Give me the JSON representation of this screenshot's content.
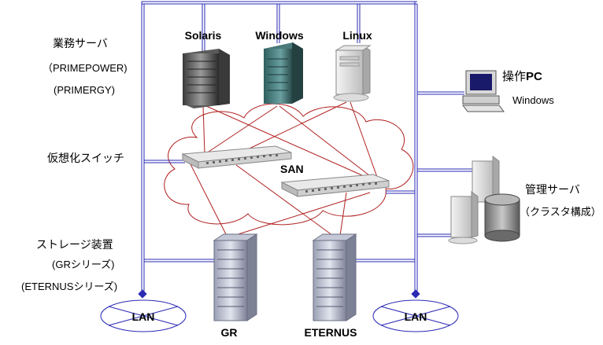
{
  "servers": {
    "group_label": "業務サーバ",
    "group_sub1": "（PRIMEPOWER)",
    "group_sub2": "(PRIMERGY)",
    "solaris": "Solaris",
    "windows": "Windows",
    "linux": "Linux"
  },
  "switch": {
    "label": "仮想化スイッチ",
    "san": "SAN"
  },
  "storage": {
    "group_label": "ストレージ装置",
    "group_sub1": "(GRシリーズ)",
    "group_sub2": "(ETERNUSシリーズ)",
    "gr": "GR",
    "eternus": "ETERNUS"
  },
  "pc": {
    "label_ja": "操作",
    "label_pc": "PC",
    "os": "Windows"
  },
  "mgmt": {
    "label": "管理サーバ",
    "sub": "（クラスタ構成）"
  },
  "lan": {
    "left": "LAN",
    "right": "LAN"
  },
  "colors": {
    "lan_line": "#2a2ab5",
    "san_line": "#b02020",
    "cloud": "#b02020"
  }
}
